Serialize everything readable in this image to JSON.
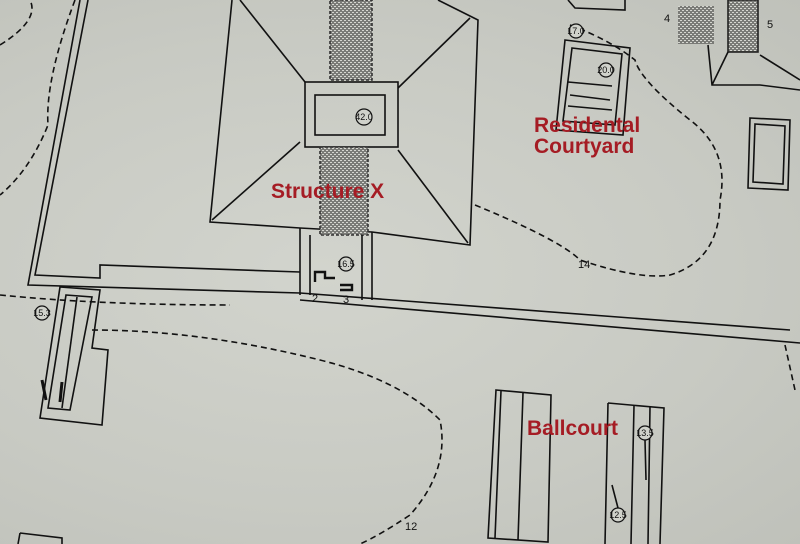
{
  "map": {
    "type": "archaeological site plan",
    "labels": {
      "structure_x": "Structure X",
      "residential_line1": "Residental",
      "residential_line2": "Courtyard",
      "ballcourt": "Ballcourt"
    },
    "contours": [
      {
        "value": "14",
        "label": "14"
      },
      {
        "value": "12",
        "label": "12"
      }
    ],
    "elevation_markers": [
      {
        "id": "structure-x-top",
        "value": "42.0"
      },
      {
        "id": "structure-x-stair",
        "value": "16.5"
      },
      {
        "id": "courtyard-top",
        "value": "17.0"
      },
      {
        "id": "courtyard-inner",
        "value": "20.0"
      },
      {
        "id": "west-building",
        "value": "15.3"
      },
      {
        "id": "ballcourt-north",
        "value": "13.5"
      },
      {
        "id": "ballcourt-south",
        "value": "12.5"
      }
    ],
    "feature_numbers": {
      "n2": "2",
      "n3": "3",
      "n4": "4",
      "n5": "5"
    },
    "colors": {
      "paper": "#c9cbc4",
      "ink": "#111111",
      "label": "#a51c24"
    }
  }
}
